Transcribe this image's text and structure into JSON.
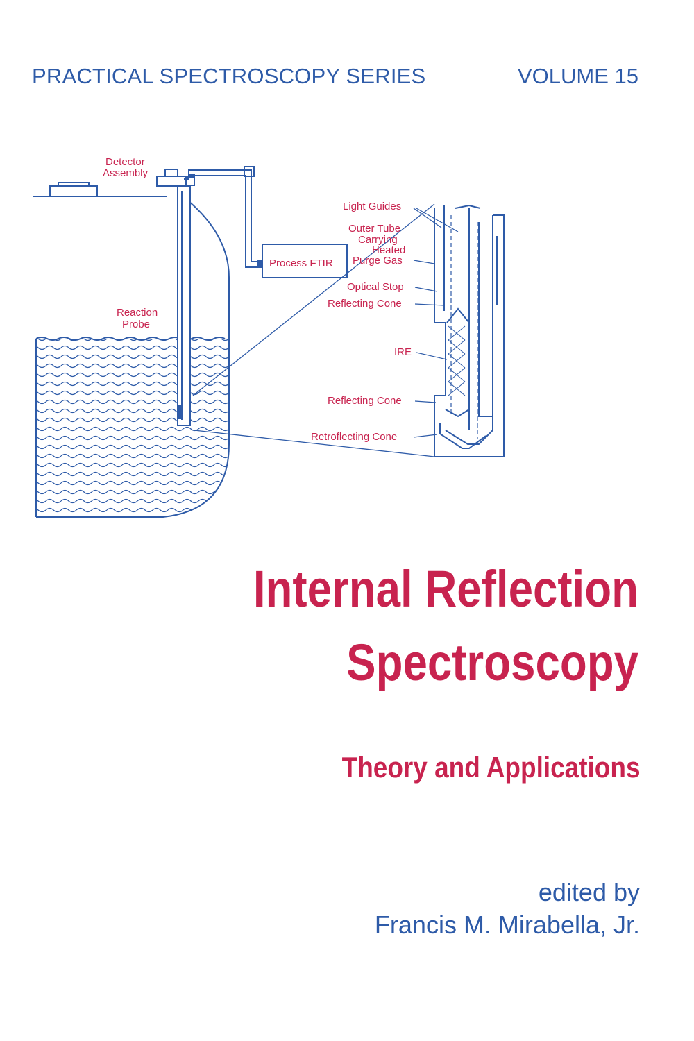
{
  "header": {
    "series": "PRACTICAL SPECTROSCOPY SERIES",
    "volume": "VOLUME 15"
  },
  "diagram": {
    "labels": {
      "detector_line1": "Detector",
      "detector_line2": "Assembly",
      "process_ftir": "Process FTIR",
      "reaction_line1": "Reaction",
      "reaction_line2": "Probe",
      "light_guides": "Light Guides",
      "outer_tube_line1": "Outer Tube",
      "outer_tube_line2": "Carrying",
      "outer_tube_line3": "Heated",
      "outer_tube_line4": "Purge Gas",
      "optical_stop": "Optical Stop",
      "reflecting_cone_top": "Reflecting Cone",
      "ire": "IRE",
      "reflecting_cone_bottom": "Reflecting Cone",
      "retroflecting_cone": "Retroflecting Cone"
    },
    "colors": {
      "line": "#2e5ba8",
      "label": "#c8234f"
    }
  },
  "title": {
    "line1": "Internal Reflection",
    "line2": "Spectroscopy",
    "subtitle": "Theory and Applications"
  },
  "credits": {
    "edited_by": "edited by",
    "editor": "Francis M. Mirabella, Jr."
  }
}
